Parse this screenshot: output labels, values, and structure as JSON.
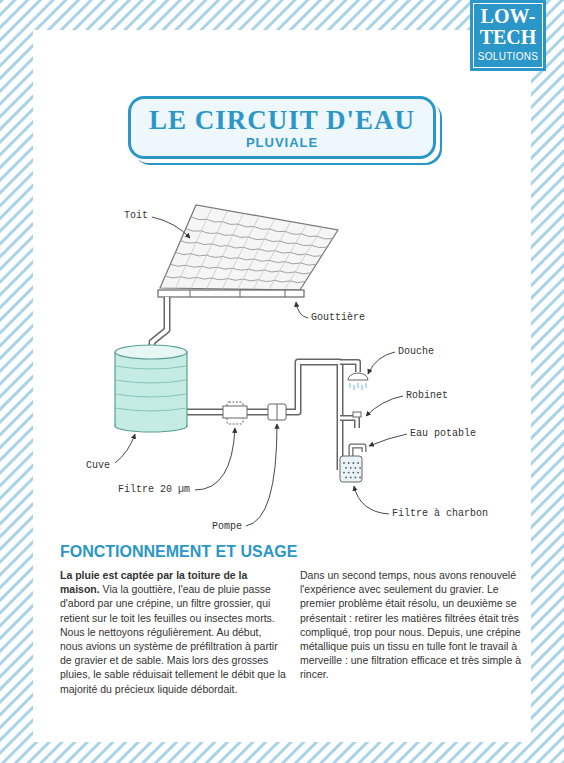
{
  "diagram": {
    "nodes": [
      {
        "text": [
          "LOW-TECH",
          "SOLUTIONS"
        ]
      },
      {
        "text": [
          "LE CIRCUIT D'EAU",
          "PLUVIALE"
        ]
      }
    ],
    "labels": [
      "Toit",
      "Gouttière",
      "Douche",
      "Robinet",
      "Eau potable",
      "Cuve",
      "Filtre 20 µm",
      "Pompe",
      "Filtre à charbon",
      "FONCTIONNEMENT ET USAGE",
      "La pluie est captée par la toiture de la maison.",
      "Via la gouttière, l'eau de pluie passe d'abord par une crépine, un filtre grossier, qui retient sur le toit les feuilles ou insectes morts. Nous le nettoyons régulièrement. Au début, nous avions un système de préfiltration à partir de gravier et de sable. Mais lors des grosses pluies, le sable réduisait tellement le débit que la majorité du précieux liquide débordait.",
      "Dans un second temps, nous avons renouvelé l'expérience avec seulement du gravier. Le premier problème était résolu, un deuxième se présentait : retirer les matières filtrées était très compliqué, trop pour nous. Depuis, une crépine métallique puis un tissu en tulle font le travail à merveille : une filtration efficace et très simple à rincer."
    ]
  }
}
